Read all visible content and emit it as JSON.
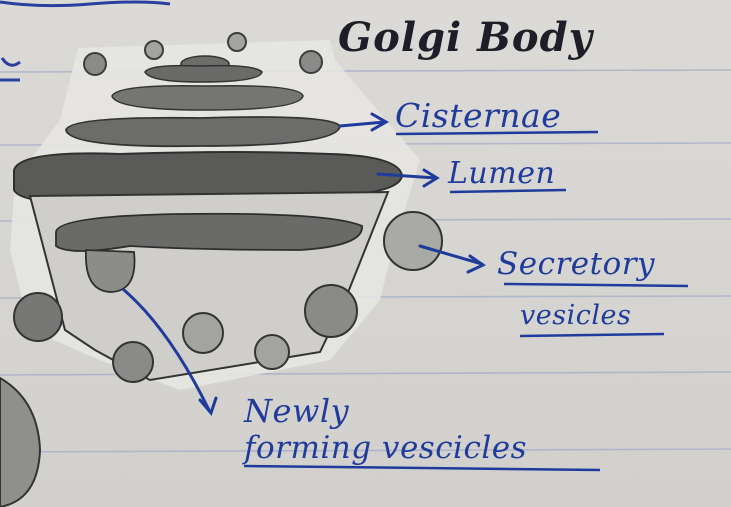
{
  "title": "Golgi Body",
  "labels": {
    "cisternae": "Cisternae",
    "lumen": "Lumen",
    "secretory_line1": "Secretory",
    "secretory_line2": "vesicles",
    "newly_line1": "Newly",
    "newly_line2": "forming vescicles"
  },
  "colors": {
    "paper": "#d8d6d2",
    "ruled_line": "#a9b2c9",
    "margin_line": "#c77b84",
    "pencil_dark": "#4a4a4a",
    "pencil_mid": "#8a8a88",
    "pencil_light": "#bdbcb9",
    "ink_blue": "#1f3b9c",
    "ink_black": "#1e1e28"
  }
}
